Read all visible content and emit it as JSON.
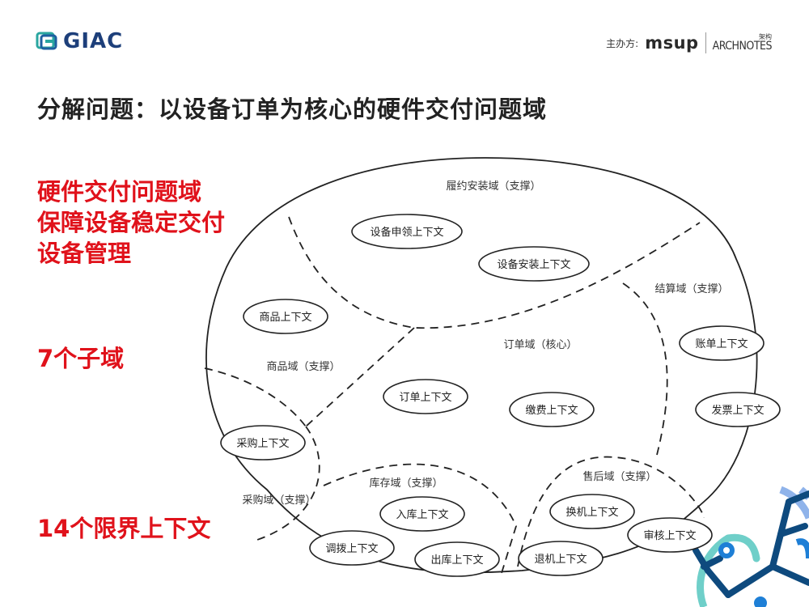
{
  "header": {
    "logo_text": "GIAC",
    "sponsor_label": "主办方:",
    "sponsor_brand1": "msup",
    "sponsor_brand2_top": "架构",
    "sponsor_brand2": "ARCHNOTES"
  },
  "title": "分解问题：以设备订单为核心的硬件交付问题域",
  "side_notes": {
    "line1": "硬件交付问题域",
    "line2": "保障设备稳定交付",
    "line3": "设备管理",
    "subdomain_count": "7个子域",
    "context_count": "14个限界上下文"
  },
  "diagram": {
    "domains": {
      "fulfillment": "履约安装域（支撑）",
      "settlement": "结算域（支撑）",
      "product": "商品域（支撑）",
      "order": "订单域（核心）",
      "purchase": "采购域（支撑）",
      "inventory": "库存域（支撑）",
      "after_sales": "售后域（支撑）"
    },
    "contexts": {
      "device_apply": "设备申领上下文",
      "device_install": "设备安装上下文",
      "bill": "账单上下文",
      "invoice": "发票上下文",
      "product": "商品上下文",
      "order": "订单上下文",
      "payment": "缴费上下文",
      "purchase": "采购上下文",
      "stock_in": "入库上下文",
      "transfer": "调拨上下文",
      "stock_out": "出库上下文",
      "exchange": "换机上下文",
      "review": "审核上下文",
      "return": "退机上下文"
    }
  },
  "colors": {
    "accent_red": "#e0121b",
    "logo_blue": "#1d3f7a",
    "deco_dark_blue": "#0e4a7e",
    "deco_teal": "#6fcfc9",
    "deco_light_blue": "#8fb3ea"
  }
}
